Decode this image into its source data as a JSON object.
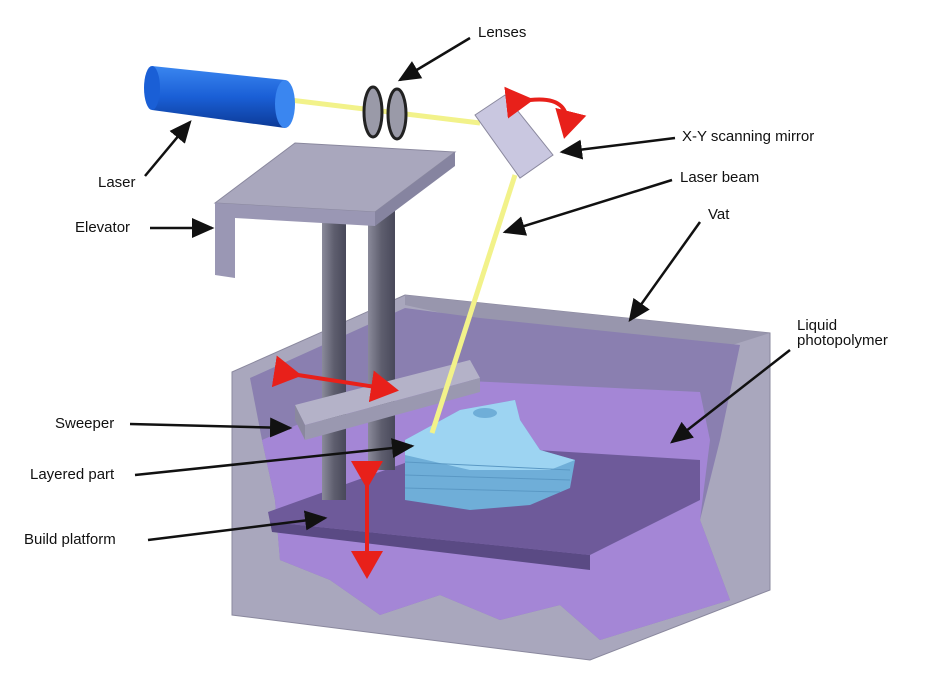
{
  "title": "Stereolithography apparatus",
  "labels": {
    "lenses": "Lenses",
    "laser": "Laser",
    "mirror": "X-Y scanning mirror",
    "beam": "Laser beam",
    "vat": "Vat",
    "liquid_line1": "Liquid",
    "liquid_line2": "photopolymer",
    "elevator": "Elevator",
    "sweeper": "Sweeper",
    "layered_part": "Layered part",
    "build_platform": "Build platform"
  },
  "colors": {
    "laser": "#1a5fd6",
    "beam": "#f2f28a",
    "vat": "#a9a7bd",
    "liquid": "#a486d6",
    "part": "#8ec8ec",
    "motion_arrow": "#e8201a"
  }
}
